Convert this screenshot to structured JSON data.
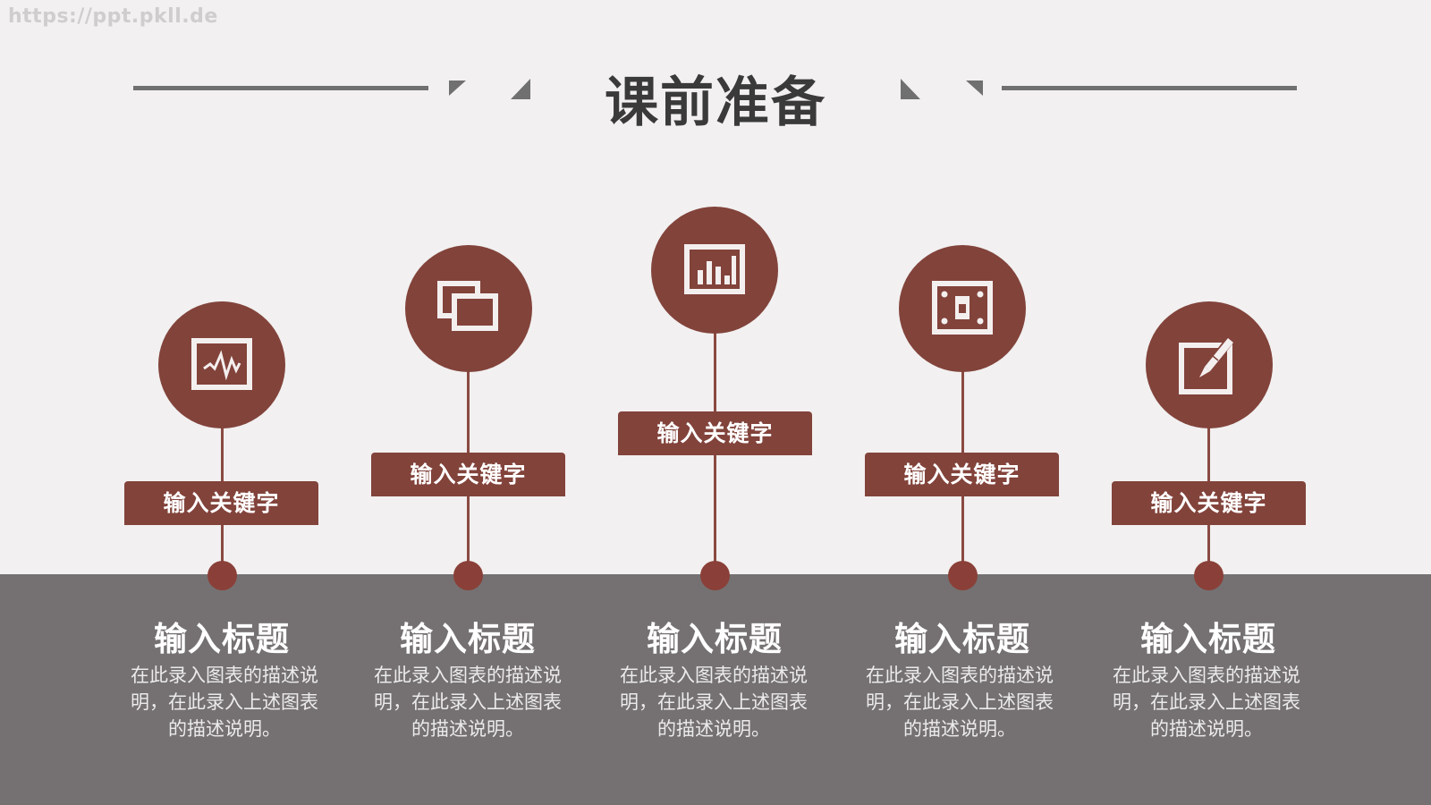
{
  "watermark": "https://ppt.pkll.de",
  "header": {
    "title": "课前准备"
  },
  "colors": {
    "accent": "#82433b",
    "band": "#757172",
    "background": "#f2f0f0",
    "title": "#3b3a3a",
    "deco": "#717070"
  },
  "items": [
    {
      "icon": "monitor-pulse-icon",
      "keyword": "输入关键字",
      "title": "输入标题",
      "description": "在此录入图表的描述说明，在此录入上述图表的描述说明。"
    },
    {
      "icon": "windows-icon",
      "keyword": "输入关键字",
      "title": "输入标题",
      "description": "在此录入图表的描述说明，在此录入上述图表的描述说明。"
    },
    {
      "icon": "bar-chart-icon",
      "keyword": "输入关键字",
      "title": "输入标题",
      "description": "在此录入图表的描述说明，在此录入上述图表的描述说明。"
    },
    {
      "icon": "device-frame-icon",
      "keyword": "输入关键字",
      "title": "输入标题",
      "description": "在此录入图表的描述说明，在此录入上述图表的描述说明。"
    },
    {
      "icon": "edit-pencil-icon",
      "keyword": "输入关键字",
      "title": "输入标题",
      "description": "在此录入图表的描述说明，在此录入上述图表的描述说明。"
    }
  ]
}
